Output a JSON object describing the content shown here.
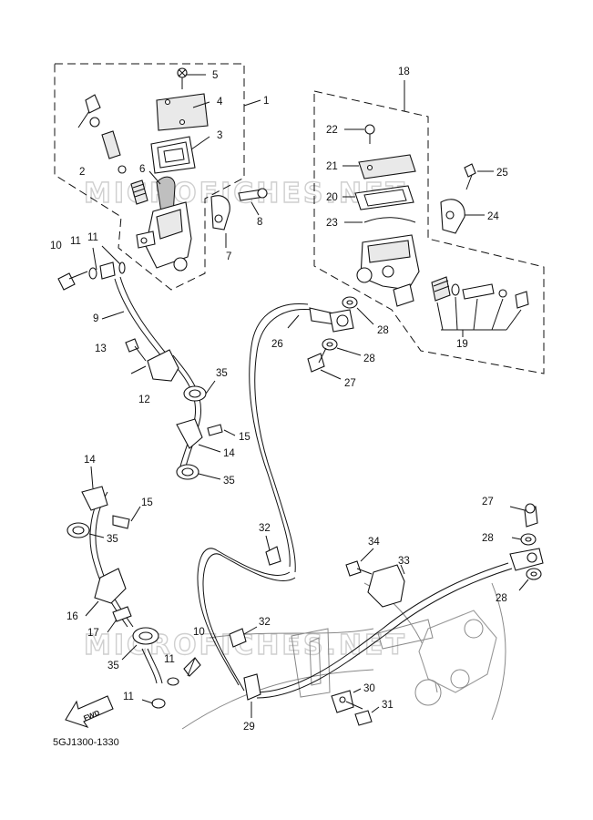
{
  "diagram": {
    "part_code": "5GJ1300-1330",
    "fwd_label": "FWD",
    "watermark": "MICROFICHES.NET",
    "callouts": [
      "1",
      "2",
      "3",
      "4",
      "5",
      "6",
      "7",
      "8",
      "9",
      "10",
      "11",
      "12",
      "13",
      "14",
      "15",
      "16",
      "17",
      "18",
      "19",
      "20",
      "21",
      "22",
      "23",
      "24",
      "25",
      "26",
      "27",
      "28",
      "29",
      "30",
      "31",
      "32",
      "33",
      "34",
      "35"
    ]
  }
}
